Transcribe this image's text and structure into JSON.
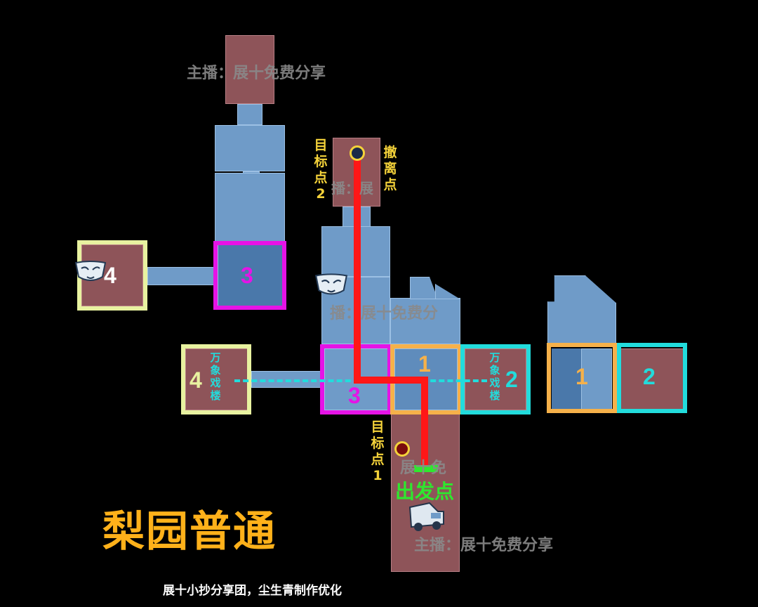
{
  "map": {
    "title": "梨园普通",
    "credit": "展十小抄分享团，尘生青制作优化",
    "watermark_text": "主播：展十免费分享",
    "watermark_partial_1": "播：展",
    "watermark_partial_2": "播：展十免费分",
    "watermark_partial_3": "展十免",
    "start_label": "出发点",
    "target_1": [
      "目",
      "标",
      "点",
      "1"
    ],
    "target_2": [
      "目",
      "标",
      "点",
      "2"
    ],
    "extraction": [
      "撤",
      "离",
      "点"
    ],
    "theater_left": [
      "万",
      "象",
      "戏",
      "楼"
    ],
    "theater_right": [
      "万",
      "象",
      "戏",
      "楼"
    ]
  },
  "zones": [
    {
      "id": "z4-top",
      "number": "4",
      "color": "#e8f2a0"
    },
    {
      "id": "z3-top",
      "number": "3",
      "color": "#e613e6"
    },
    {
      "id": "z4-mid",
      "number": "4",
      "color": "#e8f2a0"
    },
    {
      "id": "z3-mid",
      "number": "3",
      "color": "#e613e6"
    },
    {
      "id": "z1-mid",
      "number": "1",
      "color": "#f6b14a"
    },
    {
      "id": "z2-mid",
      "number": "2",
      "color": "#22dcdc"
    },
    {
      "id": "z1-right",
      "number": "1",
      "color": "#f6b14a"
    },
    {
      "id": "z2-right",
      "number": "2",
      "color": "#22dcdc"
    }
  ],
  "colors": {
    "route": "#ff1717",
    "dashed_link": "#22dcdc",
    "title": "#ffb11a",
    "start": "#2ee82e",
    "label": "#f4d23a"
  },
  "icons": [
    "mask-icon",
    "mask-icon",
    "vehicle-icon",
    "target-marker-icon",
    "extraction-marker-icon"
  ]
}
